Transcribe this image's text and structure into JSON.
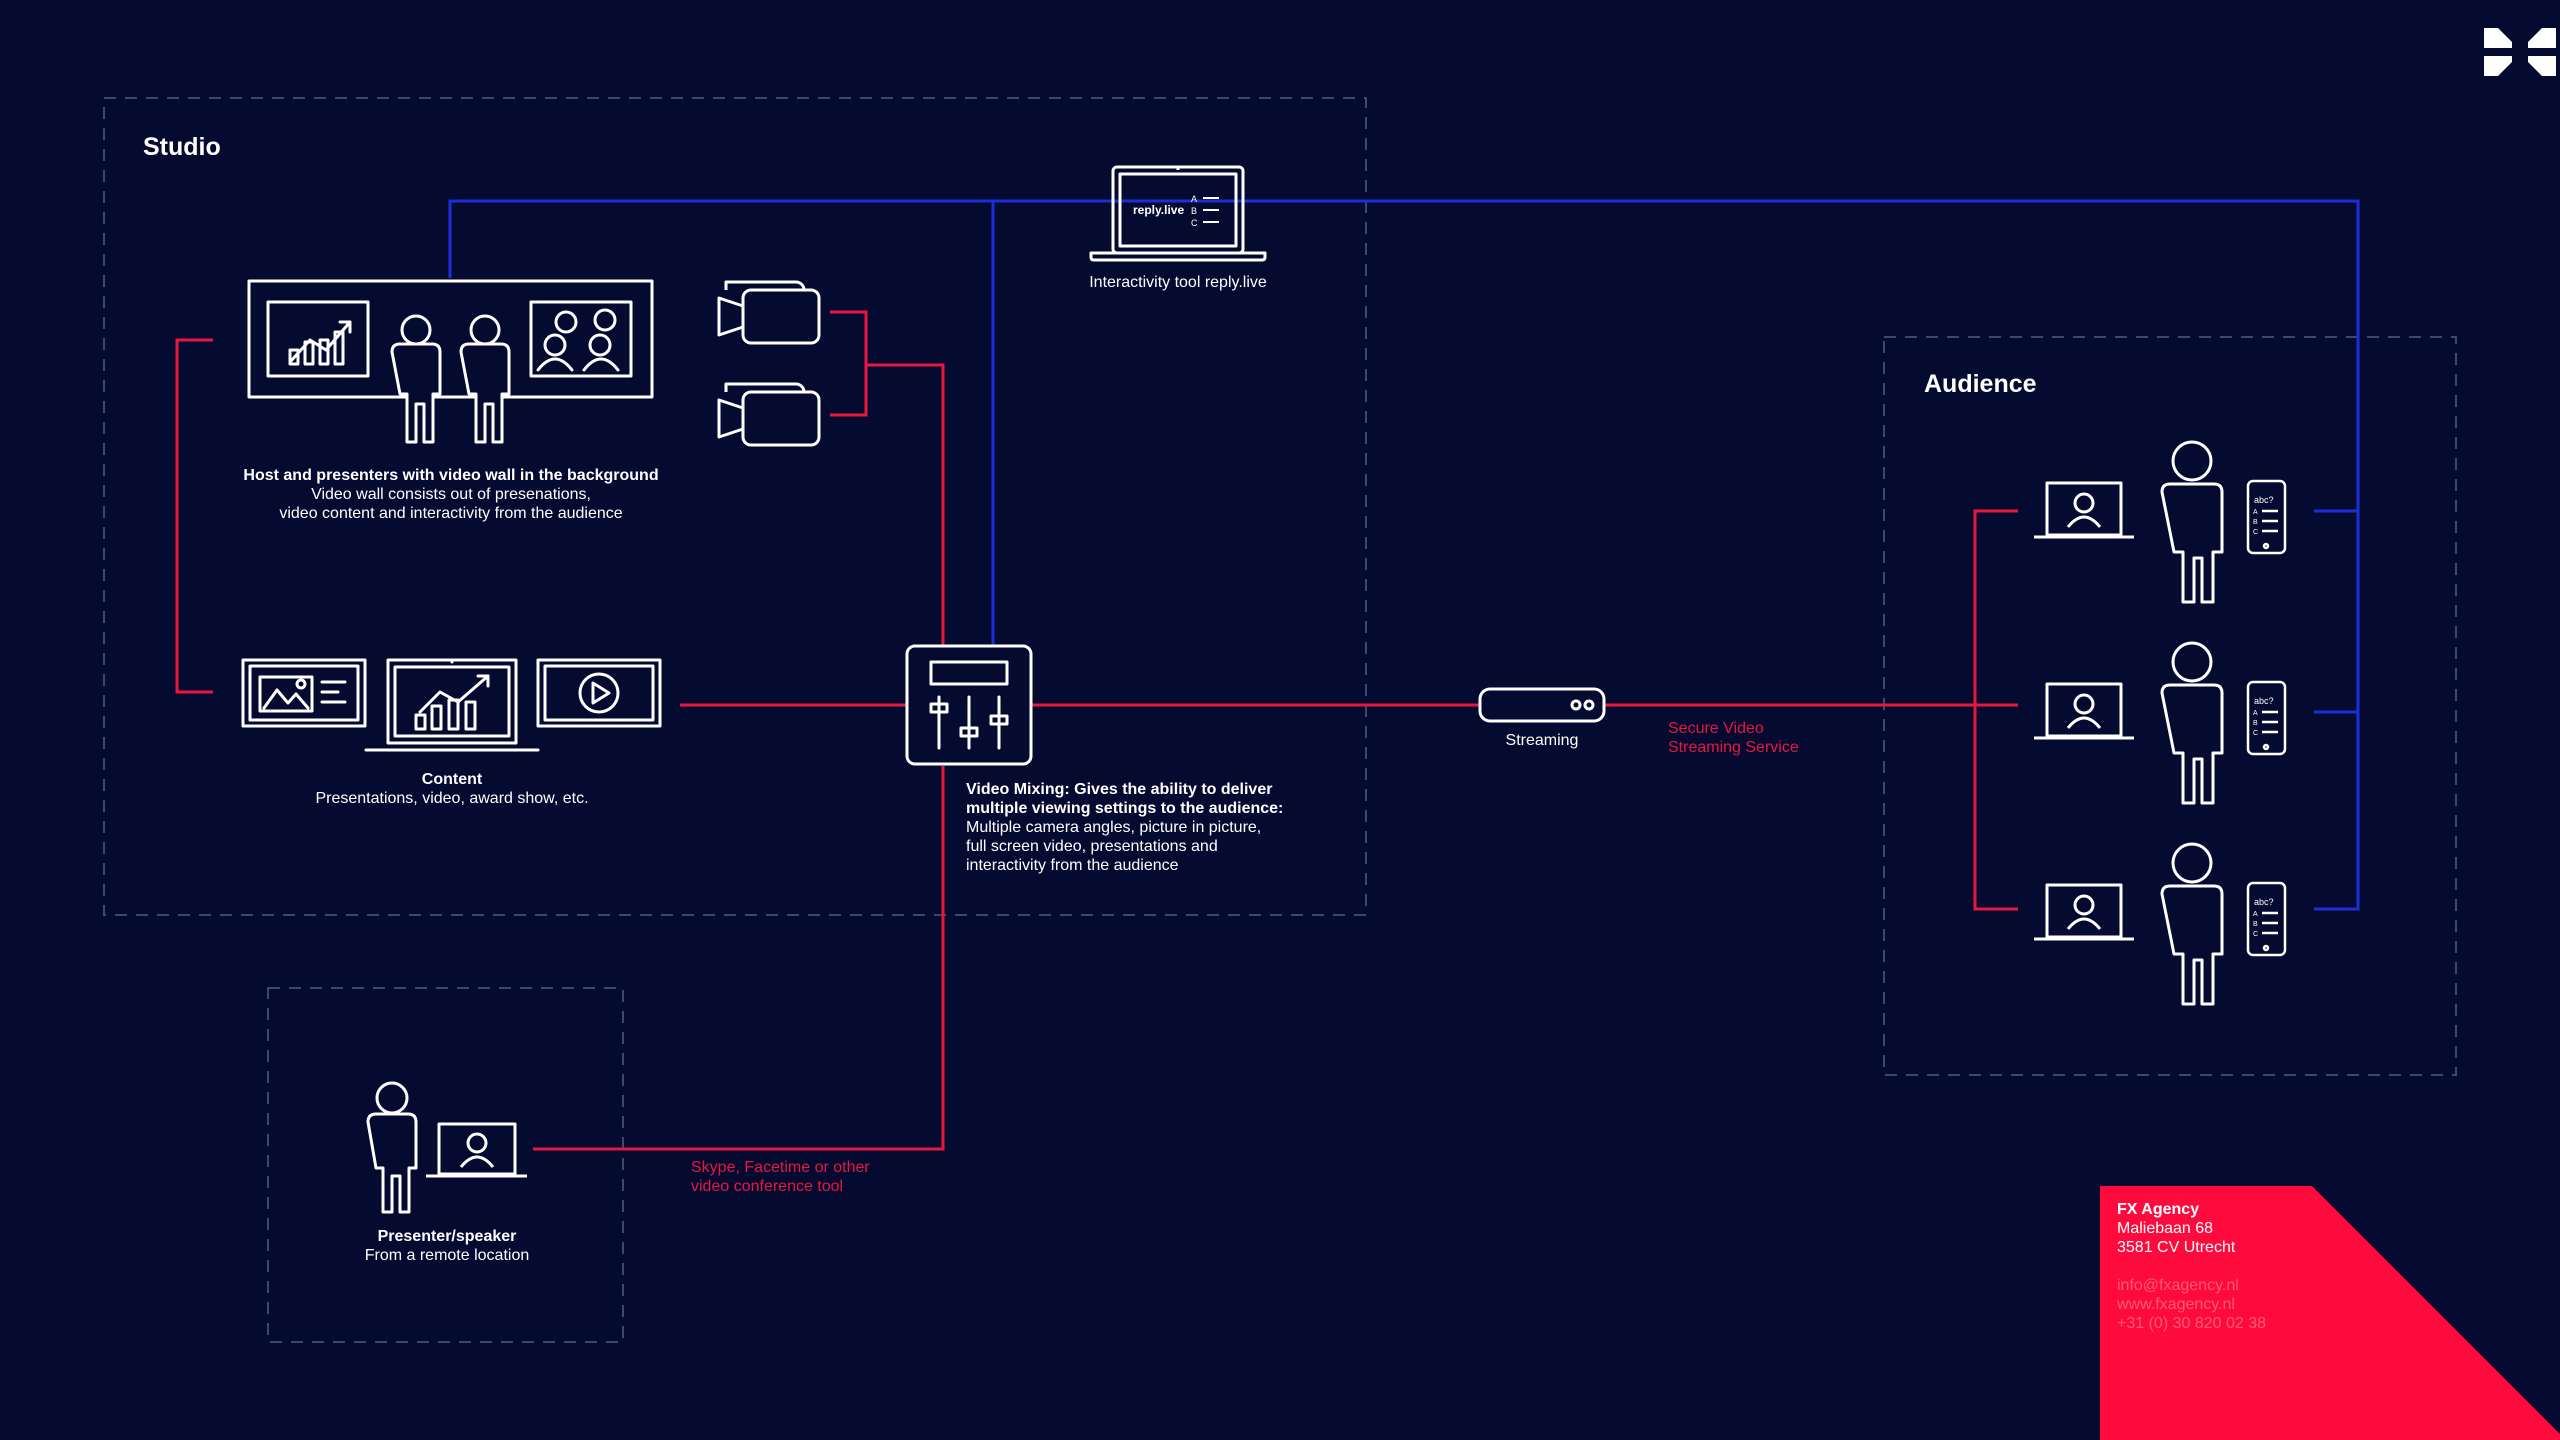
{
  "studio": {
    "title": "Studio",
    "presenters": {
      "title": "Host and presenters with video wall in the background",
      "line1": "Video wall consists out of presenations,",
      "line2": "video content and interactivity from the audience"
    },
    "content": {
      "title": "Content",
      "line1": "Presentations, video, award show, etc."
    },
    "mixer": {
      "title_line1": "Video Mixing: Gives the ability to deliver",
      "title_line2": "multiple viewing settings to the audience:",
      "line1": "Multiple camera angles, picture in picture,",
      "line2": "full screen video, presentations and",
      "line3": "interactivity from the audience"
    },
    "interactivity": {
      "screen_text": "reply.live",
      "screen_options": [
        "A",
        "B",
        "C"
      ],
      "caption": "Interactivity tool reply.live"
    }
  },
  "streaming": {
    "label": "Streaming",
    "service_line1": "Secure Video",
    "service_line2": "Streaming Service"
  },
  "audience": {
    "title": "Audience",
    "phone_text": "abc?",
    "phone_options": [
      "A",
      "B",
      "C"
    ]
  },
  "remote": {
    "title": "Presenter/speaker",
    "line1": "From a remote location",
    "link_line1": "Skype, Facetime or other",
    "link_line2": "video conference tool"
  },
  "agency": {
    "name": "FX Agency",
    "address1": "Maliebaan 68",
    "address2": "3581 CV Utrecht",
    "email": "info@fxagency.nl",
    "web": "www.fxagency.nl",
    "phone": "+31 (0) 30 820 02 38"
  },
  "colors": {
    "background": "#050a30",
    "red_line": "#e8173f",
    "blue_line": "#1a2fd6",
    "dashed_box": "#3b4a6b",
    "agency_block": "#ff0a3c"
  }
}
